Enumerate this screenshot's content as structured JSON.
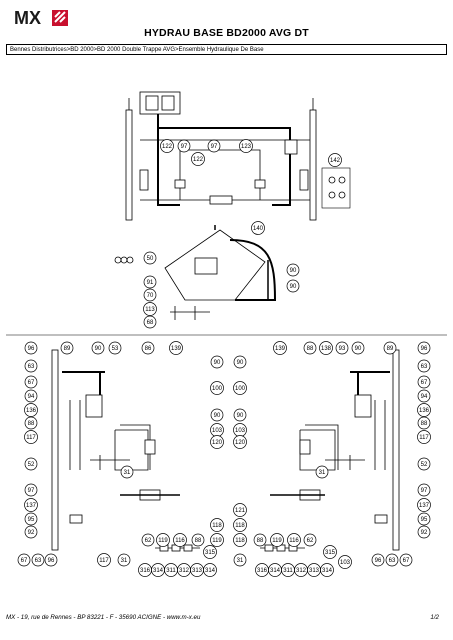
{
  "header": {
    "logo_text": "MX",
    "title": "HYDRAU BASE BD2000 AVG DT"
  },
  "breadcrumb": "Bennes Distributrices>BD 2000>BD 2000 Double Trappe AVG>Ensemble Hydraulique De Base",
  "top_diagram": {
    "callouts": [
      "122",
      "97",
      "97",
      "123",
      "122",
      "142",
      "140",
      "50",
      "91",
      "70",
      "113",
      "68",
      "90",
      "90"
    ]
  },
  "bottom_left": {
    "callouts": [
      "96",
      "89",
      "90",
      "53",
      "86",
      "139",
      "90",
      "63",
      "67",
      "94",
      "100",
      "136",
      "90",
      "88",
      "103",
      "117",
      "120",
      "52",
      "31",
      "97",
      "137",
      "95",
      "118",
      "92",
      "62",
      "119",
      "116",
      "88",
      "119",
      "315",
      "67",
      "63",
      "96",
      "117",
      "31",
      "316",
      "314",
      "311",
      "312",
      "313",
      "314"
    ]
  },
  "bottom_right": {
    "callouts": [
      "90",
      "139",
      "88",
      "138",
      "93",
      "90",
      "89",
      "96",
      "63",
      "67",
      "100",
      "94",
      "90",
      "136",
      "103",
      "88",
      "120",
      "117",
      "31",
      "52",
      "97",
      "121",
      "137",
      "118",
      "95",
      "118",
      "88",
      "119",
      "116",
      "62",
      "92",
      "315",
      "31",
      "316",
      "314",
      "311",
      "312",
      "313",
      "314",
      "103",
      "96",
      "63",
      "67"
    ]
  },
  "footer": {
    "address": "MX - 19, rue de Rennes - BP 83221 - F - 35690 ACIGNE - www.m-x.eu",
    "page": "1/2"
  },
  "colors": {
    "logo_red": "#c8102e",
    "ink": "#000000"
  }
}
